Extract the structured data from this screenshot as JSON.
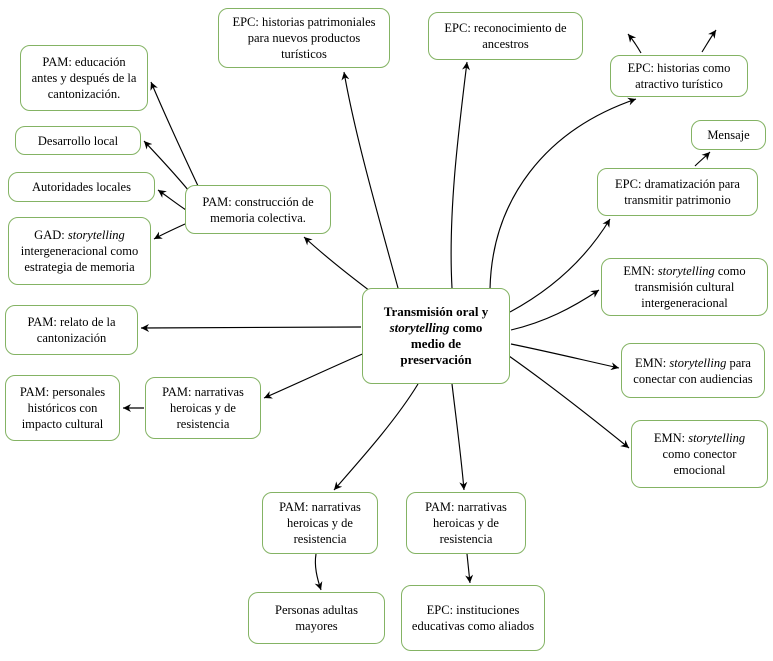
{
  "colors": {
    "node_border": "#84b364",
    "connector": "#000000"
  },
  "diagram": {
    "central": {
      "label": "Transmisión oral y *storytelling* como medio de preservación"
    },
    "nodes": {
      "epc_patrimoniales": {
        "label": "EPC: historias patrimoniales para nuevos productos turísticos"
      },
      "epc_reconocimiento": {
        "label": "EPC: reconocimiento de ancestros"
      },
      "epc_atractivo": {
        "label": "EPC: historias como atractivo turístico"
      },
      "mensaje": {
        "label": "Mensaje"
      },
      "epc_dramatizacion": {
        "label": "EPC: dramatización para transmitir patrimonio"
      },
      "emn_transmision": {
        "label": "EMN: *storytelling* como transmisión cultural intergeneracional"
      },
      "emn_audiencias": {
        "label": "EMN: *storytelling* para conectar con audiencias"
      },
      "emn_conector": {
        "label": "EMN: *storytelling* como conector emocional"
      },
      "pam_educacion": {
        "label": "PAM: educación antes y después de la cantonización."
      },
      "desarrollo_local": {
        "label": "Desarrollo local"
      },
      "autoridades_locales": {
        "label": "Autoridades locales"
      },
      "gad_storytelling": {
        "label": "GAD: *storytelling* intergeneracional como estrategia de memoria"
      },
      "pam_construccion": {
        "label": "PAM: construcción de memoria colectiva."
      },
      "pam_relato": {
        "label": "PAM: relato de la cantonización"
      },
      "pam_personales": {
        "label": "PAM: personales históricos con impacto cultural"
      },
      "pam_narrativas_izq": {
        "label": "PAM: narrativas heroicas y de resistencia"
      },
      "pam_narrativas_abajo_izq": {
        "label": "PAM: narrativas heroicas y de resistencia"
      },
      "pam_narrativas_abajo_der": {
        "label": "PAM: narrativas heroicas y de resistencia"
      },
      "personas_adultas": {
        "label": "Personas adultas mayores"
      },
      "epc_instituciones": {
        "label": "EPC: instituciones educativas como aliados"
      }
    }
  }
}
